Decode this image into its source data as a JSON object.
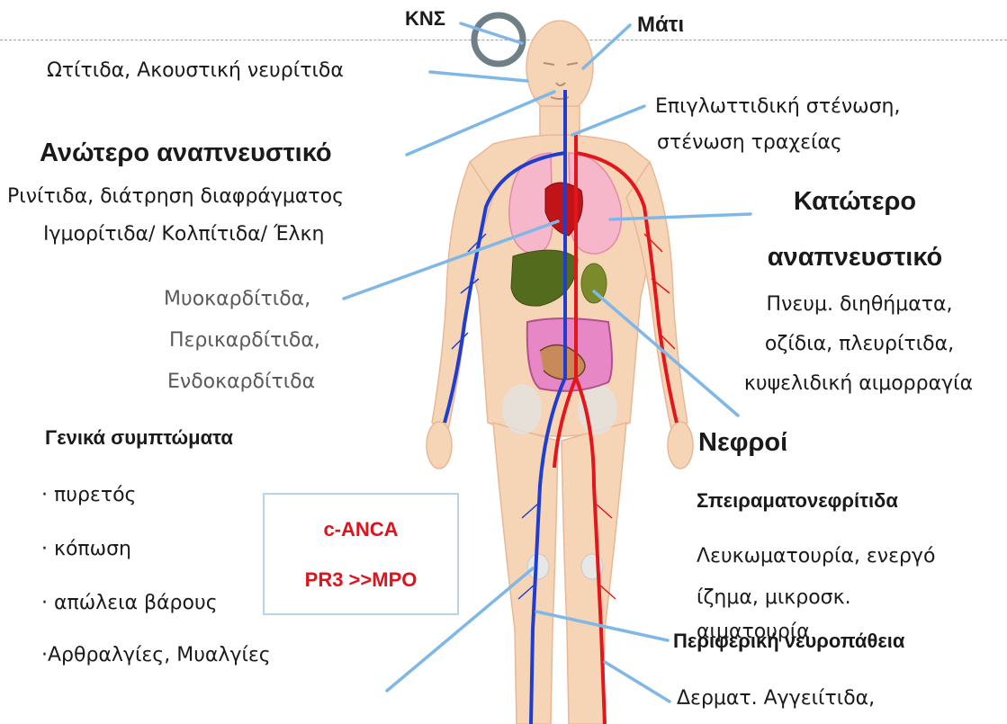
{
  "labels": {
    "kns": "ΚΝΣ",
    "mati": "Μάτι",
    "otitida": "Ωτίτιδα, Ακουστική νευρίτιδα",
    "epiglottidiki_1": "Επιγλωττιδική στένωση,",
    "epiglottidiki_2": "στένωση τραχείας",
    "anotero_title": "Ανώτερο αναπνευστικό",
    "anotero_1": "Ρινίτιδα, διάτρηση διαφράγματος",
    "anotero_2": "Ιγμορίτιδα/ Κολπίτιδα/ Έλκη",
    "katotero_title_1": "Κατώτερο",
    "katotero_title_2": "αναπνευστικό",
    "katotero_1": "Πνευμ. διηθήματα,",
    "katotero_2": "οζίδια, πλευρίτιδα,",
    "katotero_3": "κυψελιδική αιμορραγία",
    "cardio_1": "Μυοκαρδίτιδα,",
    "cardio_2": "Περικαρδίτιδα,",
    "cardio_3": "Ενδοκαρδίτιδα",
    "general_title": "Γενικά συμπτώματα",
    "general_items": [
      "· πυρετός",
      "· κόπωση",
      "· απώλεια βάρους",
      "·Αρθραλγίες, Μυαλγίες"
    ],
    "nefroi": "Νεφροί",
    "speiramato": "Σπειραματονεφρίτιδα",
    "renal_1": "Λευκωματουρία, ενεργό",
    "renal_2": "ίζημα, μικροσκ.",
    "renal_3": "αιματουρία",
    "periferiki": "Περιφερική νευροπάθεια",
    "dermat": "Δερματ. Αγγειίτιδα,"
  },
  "badge": {
    "line1": "c-ANCA",
    "line2": "PR3 >>MPO"
  },
  "colors": {
    "pointer": "#7fb8e6",
    "skin": "#f6d4b6",
    "artery": "#e3161b",
    "vein": "#1f3ecf",
    "lung": "#f7b7cb",
    "liver": "#536b1c",
    "intestine": "#e887c6",
    "heart": "#c0131a",
    "badge_text": "#e0121c"
  }
}
